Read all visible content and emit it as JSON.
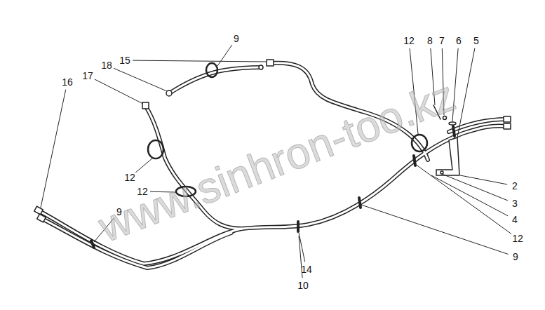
{
  "diagram": {
    "labels": [
      "9",
      "15",
      "18",
      "17",
      "16",
      "12",
      "8",
      "7",
      "6",
      "5",
      "12",
      "12",
      "9",
      "2",
      "3",
      "4",
      "12",
      "9",
      "14",
      "10",
      "www.sinhron-too.kz"
    ]
  }
}
